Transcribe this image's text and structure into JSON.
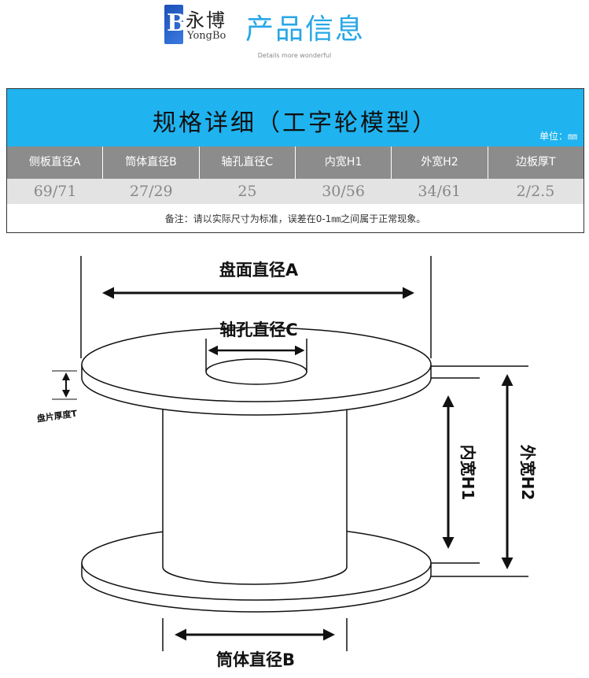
{
  "header": {
    "logo_letter": "B",
    "logo_cn": "永博",
    "logo_en": "YongBo",
    "title": "产品信息",
    "subtitle": "Details more wonderful"
  },
  "spec_table": {
    "title": "规格详细（工字轮模型）",
    "unit": "单位：㎜",
    "columns": [
      "侧板直径A",
      "筒体直径B",
      "轴孔直径C",
      "内宽H1",
      "外宽H2",
      "边板厚T"
    ],
    "values": [
      "69/71",
      "27/29",
      "25",
      "30/56",
      "34/61",
      "2/2.5"
    ],
    "note": "备注：请以实际尺寸为标准，误差在0-1㎜之间属于正常现象。"
  },
  "diagram": {
    "label_a": "盘面直径A",
    "label_c": "轴孔直径C",
    "label_t": "盘片厚度T",
    "label_h1": "内宽H1",
    "label_h2": "外宽H2",
    "label_b": "筒体直径B"
  },
  "colors": {
    "title_blue": "#27a7e6",
    "table_header_bg": "#1fb3f0",
    "column_header_bg": "#8c8c8c",
    "value_row_bg": "#e3e3e3"
  }
}
